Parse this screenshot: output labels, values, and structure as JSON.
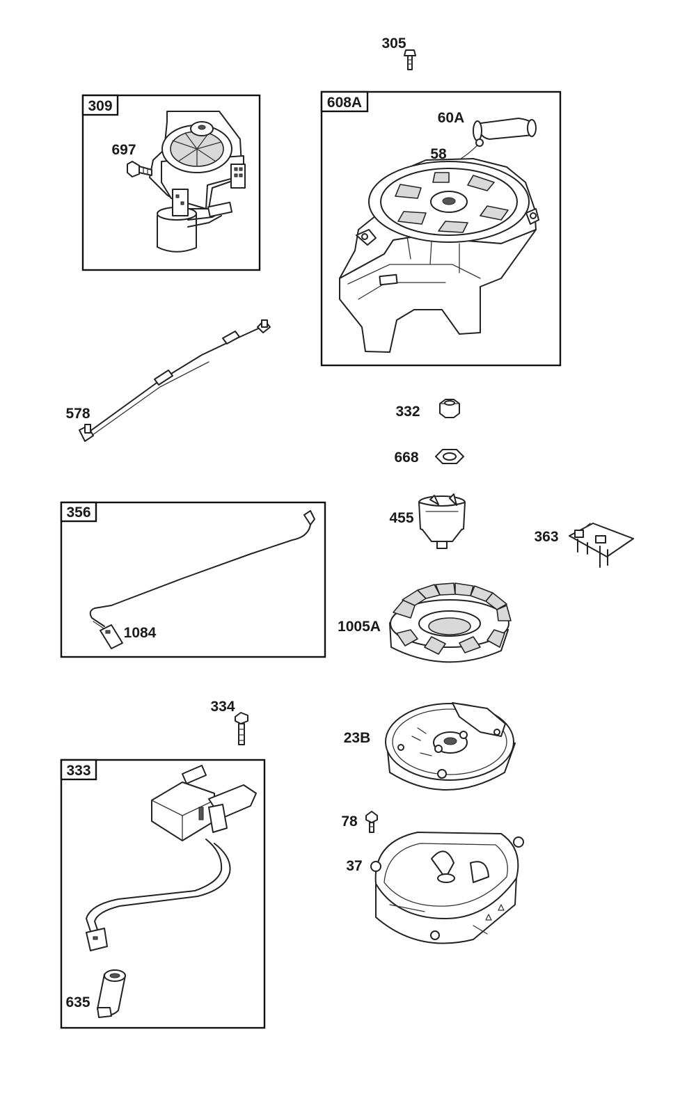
{
  "boxes": {
    "b309": "309",
    "b608A": "608A",
    "b356": "356",
    "b333": "333"
  },
  "parts": {
    "p305": "305",
    "p697": "697",
    "p60A": "60A",
    "p58": "58",
    "p578": "578",
    "p332": "332",
    "p668": "668",
    "p455": "455",
    "p363": "363",
    "p1084": "1084",
    "p1005A": "1005A",
    "p334": "334",
    "p23B": "23B",
    "p78": "78",
    "p37": "37",
    "p635": "635"
  },
  "colors": {
    "line": "#222222",
    "fill_light": "#d9d9d9",
    "background": "#ffffff"
  }
}
